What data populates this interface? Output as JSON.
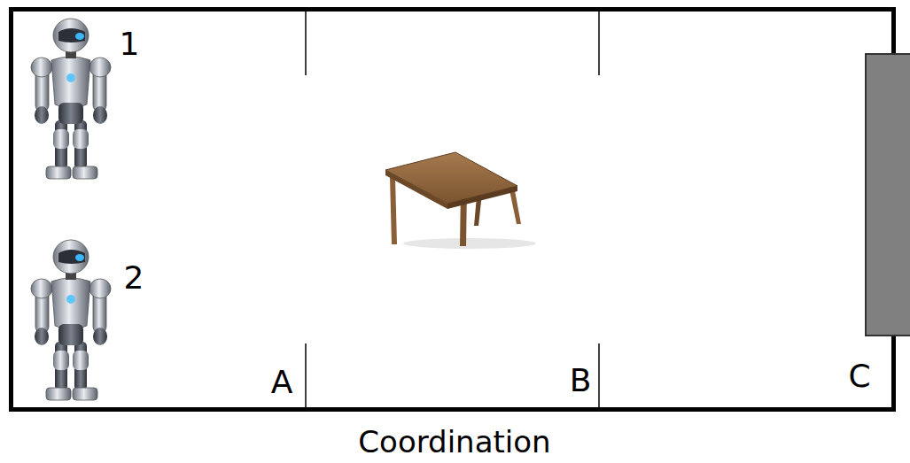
{
  "diagram": {
    "caption": "Coordination",
    "labels": [
      "1",
      "2",
      "A",
      "B",
      "C"
    ]
  }
}
